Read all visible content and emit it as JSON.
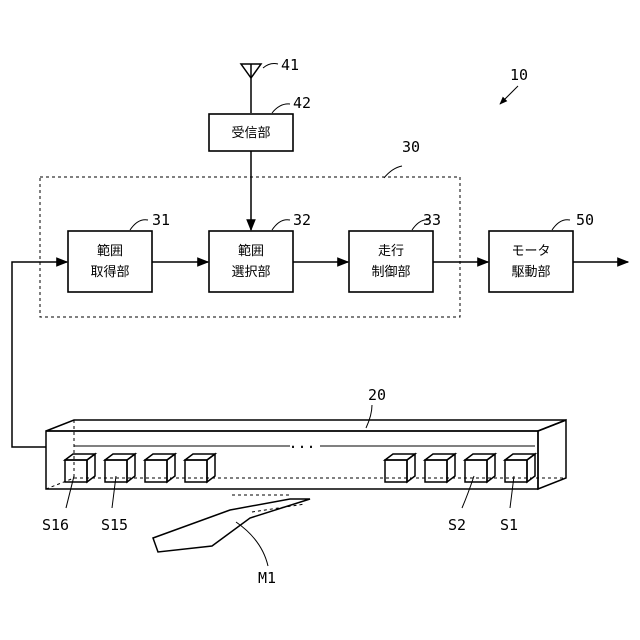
{
  "diagram": {
    "device_ref": "10",
    "antenna_ref": "41",
    "receiver": {
      "ref": "42",
      "label": "受信部"
    },
    "controller_ref": "30",
    "range_acquisition": {
      "ref": "31",
      "line1": "範囲",
      "line2": "取得部"
    },
    "range_selection": {
      "ref": "32",
      "line1": "範囲",
      "line2": "選択部"
    },
    "travel_control": {
      "ref": "33",
      "line1": "走行",
      "line2": "制御部"
    },
    "motor_drive": {
      "ref": "50",
      "line1": "モータ",
      "line2": "駆動部"
    },
    "sensor_bar_ref": "20",
    "ellipsis": "···",
    "sensor_labels": {
      "s16": "S16",
      "s15": "S15",
      "s2": "S2",
      "s1": "S1"
    },
    "medium_ref": "M1"
  }
}
